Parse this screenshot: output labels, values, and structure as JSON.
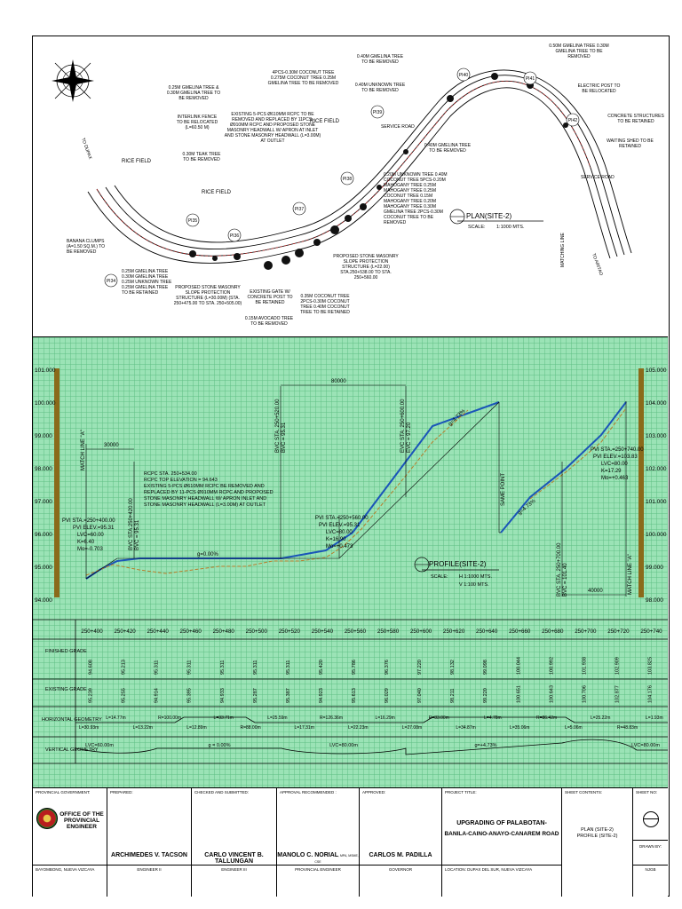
{
  "plan": {
    "title": "PLAN(SITE-2)",
    "scale_label": "SCALE:",
    "scale_value": "1:1000 MTS.",
    "labels": {
      "to_dupax": "TO DUPAX",
      "to_aritao": "TO ARITAO",
      "rice_field_1": "RICE FIELD",
      "rice_field_2": "RICE FIELD",
      "rice_field_3": "RICE FIELD",
      "service_road_1": "SERVICE ROAD",
      "service_road_2": "SERVICE ROAD",
      "banana": "BANANA CLUMPS (A=1.50 SQ.M.) TO BE REMOVED",
      "gmelina_1": "0.25M GMELINA TREE & 0.30M GMELINA TREE TO BE REMOVED",
      "interlink": "INTERLINK FENCE TO BE RELOCATED (L=60.50 M)",
      "teak": "0.30M TEAK TREE TO BE REMOVED",
      "existing_rcpc": "EXISTING 5-PCS Ø610MM RCPC TO BE REMOVED AND REPLACED BY 11PCS-Ø910MM RCPC AND PROPOSED STONE MASONRY HEADWALL W/ APRON AT INLET AND STONE MASONRY HEADWALL (L=3.00M) AT OUTLET",
      "coconut_group": "4PCS-0.30M COCONUT TREE 0.275M COCONUT TREE 0.25M GMELINA TREE TO BE REMOVED",
      "gmelina_top": "0.40M GMELINA TREE TO BE REMOVED",
      "unknown_top": "0.40M UNKNOWN TREE TO BE REMOVED",
      "gmelina_right": "0.50M GMELINA TREE 0.30M GMELINA TREE TO BE REMOVED",
      "electric_post": "ELECTRIC POST TO BE RELOCATED",
      "concrete_struct": "CONCRETE STRUCTURES TO BE RETAINED",
      "waiting_shed": "WAITING SHED TO BE RETAINED",
      "gmelina_mid": "0.40M GMELINA TREE TO BE REMOVED",
      "mahogany_group": "0.20M UNKNOWN TREE 0.40M COCONUT TREE 5PCS-0.20M MAHOGANY TREE 0.25M MAHOGANY TREE 0.25M COCONUT TREE 0.15M MAHOGANY TREE 0.20M MAHOGANY TREE 0.30M GMELINA TREE 2PCS-0.30M COCONUT TREE TO BE REMOVED",
      "slope_protect_r": "PROPOSED STONE MASONRY SLOPE PROTECTION STRUCTURE (L=22.00) STA.250+538.00 TO STA. 250+560.00",
      "coconut_bottom": "0.35M COCONUT TREE 2PCS-0.30M COCONUT TREE 0.40M COCONUT TREE TO BE RETAINED",
      "gate": "EXISTING GATE W/ CONCRETE POST TO BE RETAINED",
      "avocado": "0.15M AVOCADO TREE TO BE REMOVED",
      "slope_protect_l": "PROPOSED STONE MASONRY SLOPE PROTECTION STRUCTURE (L=30.00M) (STA. 250+475.00 TO STA. 250+505.00)",
      "gmelina_bottom": "0.25M GMELINA TREE 0.30M GMELINA TREE 0.25M UNKNOWN TREE 0.25M GMELINA TREE TO BE RETAINED",
      "matching_line": "MATCHING LINE"
    },
    "pis": [
      "PI34",
      "PI35",
      "PI36",
      "PI37",
      "PI38",
      "PI39",
      "PI40",
      "PI41",
      "PI42"
    ]
  },
  "profile": {
    "title": "PROFILE(SITE-2)",
    "scale_label": "SCALE:",
    "scale_h": "H 1:1000 MTS.",
    "scale_v": "V 1:100 MTS.",
    "left_axis": [
      "101.000",
      "100.000",
      "99.000",
      "98.000",
      "97.000",
      "96.000",
      "95.000",
      "94.000"
    ],
    "right_axis": [
      "105.000",
      "104.000",
      "103.000",
      "102.000",
      "101.000",
      "100.000",
      "99.000",
      "98.000"
    ],
    "match_line_left": "MATCH LINE \"A\"",
    "match_line_right": "MATCH LINE \"A\"",
    "same_point": "SAME POINT",
    "dim_30000": "30000",
    "dim_80000": "80000",
    "dim_40000": "40000",
    "grade_0": "g=0.00%",
    "grade_473": "g=4.73%",
    "grade_473b": "g=4.73%",
    "bvc1": "BVC STA.250+420.00",
    "bvc1b": "BVC = 95.31",
    "bvc2": "BVC STA. 250+520.00",
    "bvc2b": "BVC = 95.31",
    "evc2": "EVC STA. 250+600.00",
    "evc2b": "EVC = 97.20",
    "bvc3": "BVC STA. 250+700.00",
    "bvc3b": "BVC = 101.40",
    "pvi1": [
      "PVI STA.=250+400.00",
      "PVI ELEV.=95.31",
      "LVC=60.00",
      "K=6.40",
      "Mo=-0.703"
    ],
    "pvi2": [
      "PVI STA.=250+560.00",
      "PVI ELEV.=95.31",
      "LVC=80.00",
      "K=16.90",
      "Mo=+0.473"
    ],
    "pvi3": [
      "PVI STA.=250+740.00",
      "PVI ELEV.=103.83",
      "LVC=80.00",
      "K=17.29",
      "Mo=+0.463"
    ],
    "rcpc_note": [
      "RCPC STA. 250+534.00",
      "RCPC TOP ELEVATION = 94.643",
      "EXISTING 5-PCS Ø610MM RCPC BE REMOVED AND",
      "REPLACED BY 11-PCS Ø910MM RCPC AND PROPOSED",
      "STONE MASONRY HEADWALL W/ APRON INLET AND",
      "STONE MASONRY HEADWALL (L=3.00M) AT OUTLET"
    ]
  },
  "table": {
    "stations": [
      "250+400",
      "250+420",
      "250+440",
      "250+460",
      "250+480",
      "250+500",
      "250+520",
      "250+540",
      "250+560",
      "250+580",
      "250+600",
      "250+620",
      "250+640",
      "250+660",
      "250+680",
      "250+700",
      "250+720",
      "250+740"
    ],
    "finished": [
      "94.608",
      "95.213",
      "95.311",
      "95.311",
      "95.311",
      "95.311",
      "95.311",
      "95.420",
      "95.786",
      "96.376",
      "97.220",
      "98.132",
      "99.098",
      "100.044",
      "100.992",
      "101.938",
      "102.909",
      "103.825"
    ],
    "existing": [
      "95.239",
      "95.255",
      "94.914",
      "95.395",
      "94.933",
      "95.287",
      "95.387",
      "94.923",
      "95.613",
      "96.029",
      "97.040",
      "98.211",
      "99.220",
      "100.651",
      "100.643",
      "100.706",
      "102.877",
      "104.176"
    ],
    "row_labels": {
      "finished": "FINISHED GRADE",
      "existing": "EXISTING GRADE",
      "horizontal": "HORIZONTAL GEOMETRY",
      "vertical": "VERTICAL GEOMETRY"
    },
    "horizontal_items": [
      "L=30.93m",
      "L=14.77m",
      "L=13.22m",
      "R=100.00m",
      "L=12.89m",
      "L=33.71m",
      "R=88.00m",
      "L=25.59m",
      "L=17.31m",
      "R=126.36m",
      "L=22.23m",
      "L=16.29m",
      "L=27.08m",
      "R=83.00m",
      "L=34.87m",
      "L=4.78m",
      "L=35.06m",
      "R=86.42m",
      "L=5.06m",
      "L=25.22m",
      "R=48.83m",
      "L=1.93m"
    ],
    "vertical_items": [
      "LVC=60.00m",
      "g = 0.00%",
      "LVC=80.00m",
      "g=+4.73%",
      "LVC=80.00m"
    ]
  },
  "titleblock": {
    "provincial_gov_head": "PROVINCIAL GOVERNMENT:",
    "office_name": "OFFICE OF THE PROVINCIAL ENGINEER",
    "location": "BAYOMBONG, NUEVA VIZCAYA",
    "prepared_head": "PREPARED:",
    "prepared_name": "ARCHIMEDES V. TACSON",
    "prepared_role": "ENGINEER II",
    "checked_head": "CHECKED AND SUBMITTED:",
    "checked_name": "CARLO VINCENT B. TALLUNGAN",
    "checked_role": "ENGINEER III",
    "approval_head": "APPROVAL RECOMMENDED :",
    "approval_name": "MANOLO C. NORIAL",
    "approval_suffix": ", MPA, MSME, CSE",
    "approval_role": "PROVINCIAL ENGINEER",
    "approved_head": "APPROVED:",
    "approved_name": "CARLOS M. PADILLA",
    "approved_role": "GOVERNOR",
    "project_head": "PROJECT TITLE:",
    "project_title_1": "UPGRADING OF PALABOTAN-",
    "project_title_2": "BANILA-CAINO-ANAYO-CANAREM ROAD",
    "project_location": "LOCATION: DUPAX DEL SUR, NUEVA VIZCAYA",
    "sheet_contents_head": "SHEET CONTENTS:",
    "sheet_contents_1": "PLAN (SITE-2)",
    "sheet_contents_2": "PROFILE (SITE-2)",
    "sheet_no_head": "SHEET NO:",
    "drawn_by_head": "DRAWN BY:",
    "drawn_by": "NJGB"
  }
}
